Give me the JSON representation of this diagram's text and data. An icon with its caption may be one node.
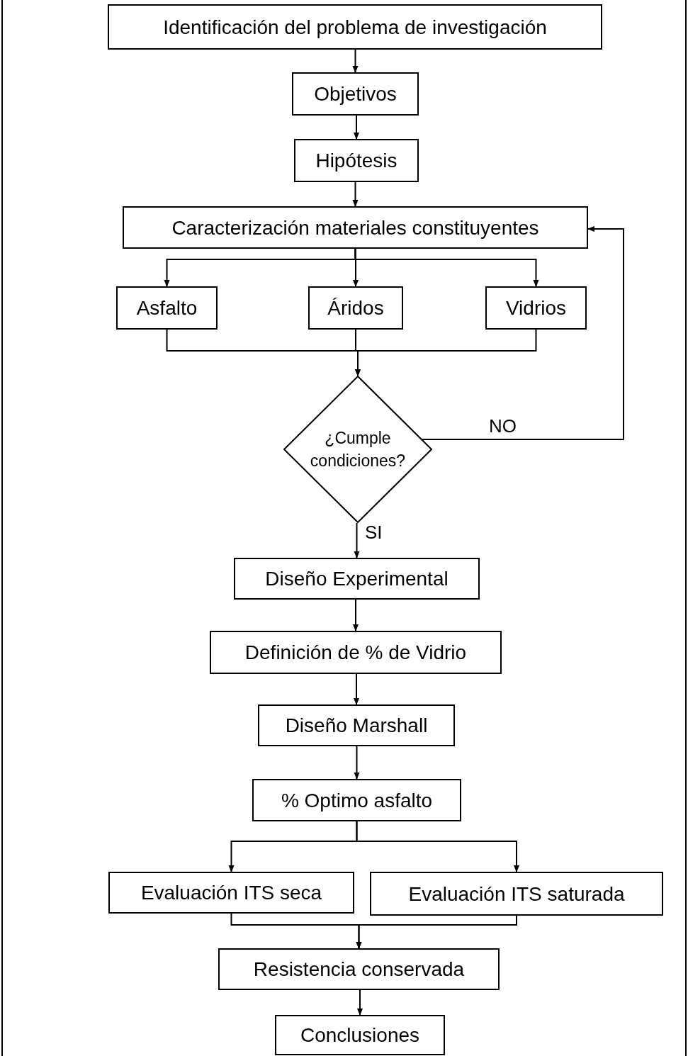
{
  "diagram": {
    "nodes": [
      {
        "text": [
          "Identificación del problema de investigación"
        ]
      },
      {
        "text": [
          "Objetivos"
        ]
      },
      {
        "text": [
          "Hipótesis"
        ]
      },
      {
        "text": [
          "Caracterización materiales constituyentes"
        ]
      },
      {
        "text": [
          "Asfalto"
        ]
      },
      {
        "text": [
          "Áridos"
        ]
      },
      {
        "text": [
          "Vidrios"
        ]
      },
      {
        "text": [
          "¿Cumple condiciones?"
        ]
      },
      {
        "text": [
          "Diseño Experimental"
        ]
      },
      {
        "text": [
          "Definición de % de Vidrio"
        ]
      },
      {
        "text": [
          "Diseño Marshall"
        ]
      },
      {
        "text": [
          "% Optimo asfalto"
        ]
      },
      {
        "text": [
          "Evaluación ITS seca"
        ]
      },
      {
        "text": [
          "Evaluación ITS saturada"
        ]
      },
      {
        "text": [
          "Resistencia conservada"
        ]
      },
      {
        "text": [
          "Conclusiones"
        ]
      }
    ],
    "edges": [
      {
        "from": 0,
        "to": 1,
        "arrow": "to"
      },
      {
        "from": 1,
        "to": 2,
        "arrow": "to"
      },
      {
        "from": 2,
        "to": 3,
        "arrow": "to"
      },
      {
        "from": 3,
        "to": 4,
        "arrow": "to"
      },
      {
        "from": 3,
        "to": 5,
        "arrow": "to"
      },
      {
        "from": 3,
        "to": 6,
        "arrow": "to"
      },
      {
        "from": 4,
        "to": 7,
        "arrow": "to"
      },
      {
        "from": 5,
        "to": 7,
        "arrow": "to"
      },
      {
        "from": 6,
        "to": 7,
        "arrow": "to"
      },
      {
        "from": 7,
        "to": 3,
        "arrow": "to",
        "label": "NO"
      },
      {
        "from": 7,
        "to": 8,
        "arrow": "to",
        "label": "SI"
      },
      {
        "from": 8,
        "to": 9,
        "arrow": "to"
      },
      {
        "from": 9,
        "to": 10,
        "arrow": "to"
      },
      {
        "from": 10,
        "to": 11,
        "arrow": "to"
      },
      {
        "from": 11,
        "to": 12,
        "arrow": "to"
      },
      {
        "from": 11,
        "to": 13,
        "arrow": "to"
      },
      {
        "from": 12,
        "to": 14,
        "arrow": "to"
      },
      {
        "from": 13,
        "to": 14,
        "arrow": "to"
      },
      {
        "from": 14,
        "to": 15,
        "arrow": "to"
      }
    ]
  }
}
